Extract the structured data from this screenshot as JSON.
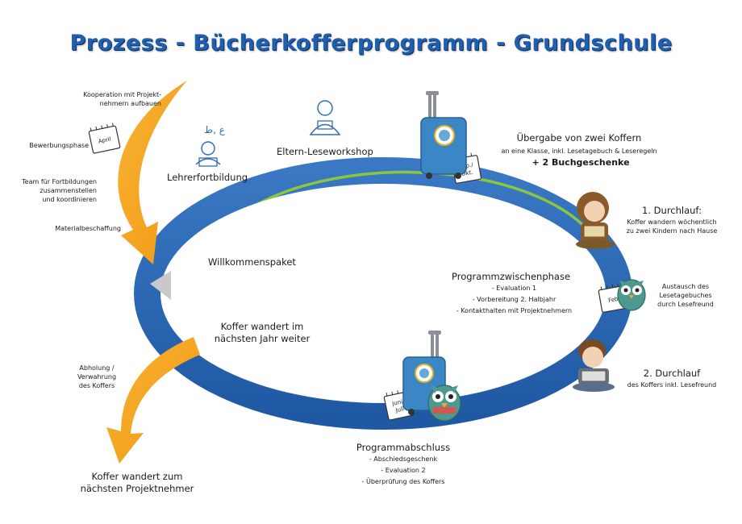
{
  "title": "Prozess - Bücherkofferprogramm - Grundschule",
  "left_labels": [
    "Kooperation mit Projekt-\nnehmern aufbauen",
    "Bewerbungsphase",
    "Team für Fortbildungen\nzusammenstellen\nund koordinieren",
    "Materialbeschaffung"
  ],
  "lower_left": {
    "abholung": "Abholung /\nVerwahrung\ndes Koffers",
    "next_partner": "Koffer wandert zum\nnächsten Projektnehmer"
  },
  "inner": {
    "willkommen": "Willkommenspaket",
    "koffer_weiter": "Koffer wandert im\nnächsten Jahr weiter",
    "zwischen_title": "Programmzwischenphase",
    "zwischen_items": [
      "- Evaluation 1",
      "- Vorbereitung 2. Halbjahr",
      "- Kontakthalten mit Projektnehmern"
    ]
  },
  "top": {
    "lehrer": "Lehrerfortbildung",
    "eltern": "Eltern-Leseworkshop",
    "uebergabe_title": "Übergabe von zwei Koffern",
    "uebergabe_sub": "an eine Klasse, inkl. Lesetagebuch & Leseregeln",
    "uebergabe_extra": "+ 2 Buchgeschenke"
  },
  "right": {
    "durchlauf1_title": "1. Durchlauf:",
    "durchlauf1_sub": "Koffer wandern wöchentlich\nzu zwei Kindern nach Hause",
    "austausch": "Austausch des\nLesetagebuches\ndurch Lesefreund",
    "durchlauf2_title": "2. Durchlauf",
    "durchlauf2_sub": "des Koffers inkl. Lesefreund"
  },
  "bottom": {
    "abschluss_title": "Programmabschluss",
    "abschluss_items": [
      "- Abschiedsgeschenk",
      "- Evaluation 2",
      "- Überprüfung des Koffers"
    ]
  },
  "calendars": {
    "april": "April",
    "sep": "Sep./\nOkt.",
    "feb": "Feb",
    "juni": "Juni/\nJuli"
  },
  "icon_glyphs": "ع ,ط",
  "colors": {
    "ring_blue": "#2f6db8",
    "ring_green": "#8cc63f",
    "arrow_orange": "#f5a21c",
    "title_blue": "#1f5fae",
    "suitcase": "#3d86c6"
  }
}
